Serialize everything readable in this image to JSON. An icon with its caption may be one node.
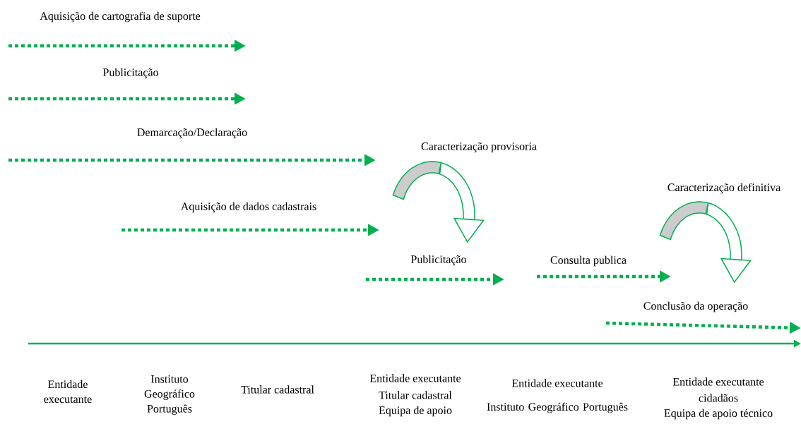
{
  "diagram": {
    "labels": [
      "Aquisição de cartografia de suporte",
      "Publicitação",
      "Demarcação/Declaração",
      "Caracterização provisoria",
      "Aquisição de dados cadastrais",
      "Caracterização definitiva",
      "Publicitação",
      "Consulta publica",
      "Conclusão da operação",
      "Entidade executante",
      "Instituto Geográfico Português",
      "Titular cadastral",
      "Entidade executante",
      "Titular cadastral",
      "Equipa de apoio",
      "Entidade executante",
      "Instituto Geográfico Português",
      "Entidade executante",
      "cidadãos",
      "Equipa de apoio técnico"
    ]
  }
}
